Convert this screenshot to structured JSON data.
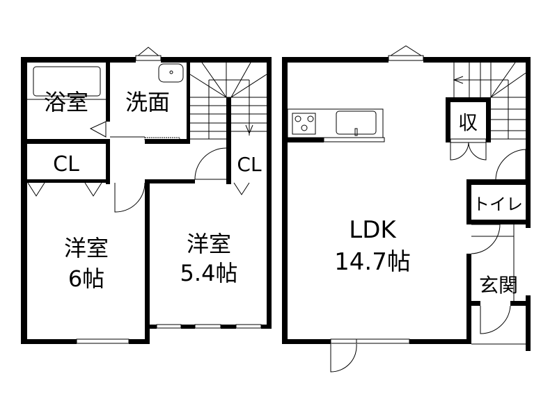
{
  "colors": {
    "wall": "#000000",
    "background": "#ffffff"
  },
  "rooms": {
    "bath": "浴室",
    "washroom": "洗面",
    "closet_left": "CL",
    "closet_right": "CL",
    "western_room_1_name": "洋室",
    "western_room_1_size": "6帖",
    "western_room_2_name": "洋室",
    "western_room_2_size": "5.4帖",
    "ldk_name": "LDK",
    "ldk_size": "14.7帖",
    "storage": "収",
    "toilet": "トイレ",
    "entrance": "玄関"
  }
}
